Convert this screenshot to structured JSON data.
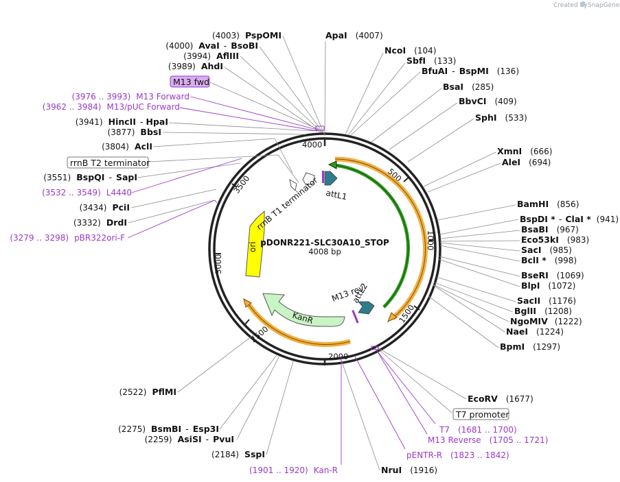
{
  "watermark": {
    "prefix": "Created by",
    "brand": "SnapGene"
  },
  "plasmid": {
    "name": "pDONR221-SLC30A10_STOP",
    "length_label": "4008 bp"
  },
  "scale_ticks": [
    "500",
    "1000",
    "1500",
    "2000",
    "2500",
    "3000",
    "3500",
    "4000"
  ],
  "enzymes": [
    {
      "pos": "(4003)",
      "name": "PspOMI"
    },
    {
      "pos": "(4000)",
      "name": "AvaI",
      "extra": "BsoBI"
    },
    {
      "pos": "(3994)",
      "name": "AflIII"
    },
    {
      "pos": "(3989)",
      "name": "AhdI"
    },
    {
      "pos": "(3941)",
      "name": "HincII",
      "extra": "HpaI"
    },
    {
      "pos": "(3877)",
      "name": "BbsI"
    },
    {
      "pos": "(3804)",
      "name": "AclI"
    },
    {
      "pos": "(3551)",
      "name": "BspQI",
      "extra": "SapI"
    },
    {
      "pos": "(3434)",
      "name": "PciI"
    },
    {
      "pos": "(3332)",
      "name": "DrdI"
    },
    {
      "pos": "(2522)",
      "name": "PflMI"
    },
    {
      "pos": "(2275)",
      "name": "BsmBI",
      "extra": "Esp3I"
    },
    {
      "pos": "(2259)",
      "name": "AsiSI",
      "extra": "PvuI"
    },
    {
      "pos": "(2184)",
      "name": "SspI"
    },
    {
      "pos": "(4007)",
      "name": "ApaI"
    },
    {
      "pos": "(104)",
      "name": "NcoI"
    },
    {
      "pos": "(133)",
      "name": "SbfI"
    },
    {
      "pos": "(136)",
      "name": "BfuAI",
      "extra": "BspMI"
    },
    {
      "pos": "(285)",
      "name": "BsaI"
    },
    {
      "pos": "(409)",
      "name": "BbvCI"
    },
    {
      "pos": "(533)",
      "name": "SphI"
    },
    {
      "pos": "(666)",
      "name": "XmnI"
    },
    {
      "pos": "(694)",
      "name": "AleI"
    },
    {
      "pos": "(856)",
      "name": "BamHI"
    },
    {
      "pos": "(941)",
      "name": "BspDI *",
      "extra": "ClaI *"
    },
    {
      "pos": "(967)",
      "name": "BsaBI"
    },
    {
      "pos": "(983)",
      "name": "Eco53kI"
    },
    {
      "pos": "(985)",
      "name": "SacI"
    },
    {
      "pos": "(998)",
      "name": "BclI *"
    },
    {
      "pos": "(1069)",
      "name": "BseRI"
    },
    {
      "pos": "(1072)",
      "name": "BlpI"
    },
    {
      "pos": "(1176)",
      "name": "SacII"
    },
    {
      "pos": "(1208)",
      "name": "BglII"
    },
    {
      "pos": "(1222)",
      "name": "NgoMIV"
    },
    {
      "pos": "(1224)",
      "name": "NaeI"
    },
    {
      "pos": "(1297)",
      "name": "BpmI"
    },
    {
      "pos": "(1677)",
      "name": "EcoRV"
    },
    {
      "pos": "(1916)",
      "name": "NruI"
    }
  ],
  "primers": [
    {
      "range": "(3976 .. 3993)",
      "name": "M13 Forward"
    },
    {
      "range": "(3962 .. 3984)",
      "name": "M13/pUC Forward"
    },
    {
      "range": "(3532 .. 3549)",
      "name": "L4440"
    },
    {
      "range": "(3279 .. 3298)",
      "name": "pBR322ori-F"
    },
    {
      "range": "(1901 .. 1920)",
      "name": "Kan-R"
    },
    {
      "range": "(1681 .. 1700)",
      "name": "T7"
    },
    {
      "range": "(1705 .. 1721)",
      "name": "M13 Reverse"
    },
    {
      "range": "(1823 .. 1842)",
      "name": "pENTR-R"
    }
  ],
  "boxed_labels": {
    "m13fwd": "M13 fwd",
    "rrnb_t2": "rrnB T2 terminator",
    "t7_promoter": "T7 promoter"
  },
  "features": {
    "ori": "ori",
    "kanr": "KanR",
    "attl1": "attL1",
    "attl2": "attL2",
    "m13rev": "M13 rev",
    "rrnb_t1": "rrnB T1 terminator"
  },
  "colors": {
    "ori": "#ffff00",
    "kanr": "#c9f5c4",
    "attl": "#2f7d8c",
    "orange": "#f3ad3a",
    "green": "#2f9a1c",
    "primer": "#9a38c8",
    "m13fwd_fill": "#d9aef0"
  }
}
